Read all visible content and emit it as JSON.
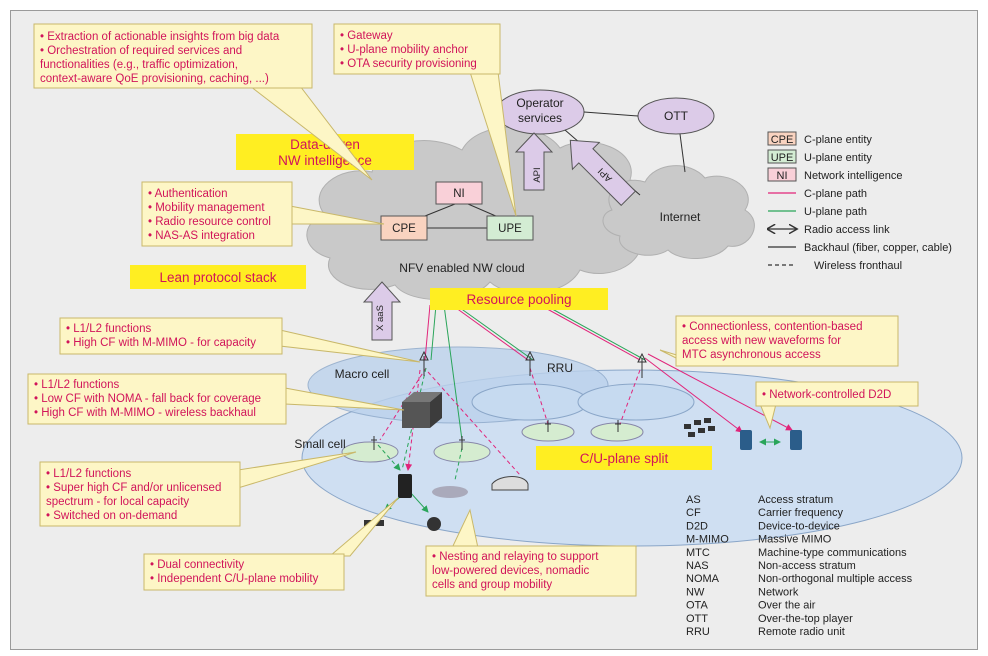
{
  "callouts": {
    "insights": [
      "• Extraction of actionable insights from big data",
      "• Orchestration of required services and",
      "   functionalities (e.g., traffic optimization,",
      "   context-aware QoE provisioning, caching, ...)"
    ],
    "gateway": [
      "• Gateway",
      "• U-plane mobility anchor",
      "• OTA security provisioning"
    ],
    "auth": [
      "• Authentication",
      "• Mobility management",
      "• Radio resource control",
      "• NAS-AS integration"
    ],
    "l1_capacity": [
      "• L1/L2 functions",
      "• High CF with M-MIMO - for capacity"
    ],
    "l1_coverage": [
      "• L1/L2 functions",
      "• Low CF with NOMA - fall back for coverage",
      "• High CF with M-MIMO - wireless backhaul"
    ],
    "l1_local": [
      "• L1/L2 functions",
      "• Super high CF and/or unlicensed",
      "   spectrum - for local capacity",
      "• Switched on on-demand"
    ],
    "dual": [
      "• Dual connectivity",
      "• Independent C/U-plane mobility"
    ],
    "nesting": [
      "• Nesting and relaying to support",
      "   low-powered devices, nomadic",
      "   cells and group mobility"
    ],
    "connectionless": [
      "• Connectionless, contention-based",
      "   access with new waveforms for",
      "   MTC asynchronous access"
    ],
    "d2d": [
      "• Network-controlled D2D"
    ]
  },
  "titles": {
    "data_driven": [
      "Data-driven",
      "NW intelligence"
    ],
    "lean": "Lean protocol stack",
    "pooling": "Resource pooling",
    "split": "C/U-plane split"
  },
  "nodes": {
    "ni": "NI",
    "cpe": "CPE",
    "upe": "UPE",
    "operator": [
      "Operator",
      "services"
    ],
    "ott": "OTT",
    "internet": "Internet",
    "cloud": "NFV enabled NW cloud"
  },
  "arrows": {
    "api1": "API",
    "api2": "API",
    "xaas": "X aaS"
  },
  "places": {
    "macro": "Macro cell",
    "small": "Small cell",
    "rru": "RRU"
  },
  "legend": [
    {
      "key": "CPE",
      "text": "C-plane entity",
      "color": "#f9d3c0"
    },
    {
      "key": "UPE",
      "text": "U-plane entity",
      "color": "#d3ecd3"
    },
    {
      "key": "NI",
      "text": "Network intelligence",
      "color": "#f9d0d8"
    },
    {
      "key": "",
      "text": "C-plane path",
      "color": "#e1247a"
    },
    {
      "key": "",
      "text": "U-plane path",
      "color": "#2aa55a"
    },
    {
      "key": "",
      "text": "Radio access link",
      "color": "#333333"
    },
    {
      "key": "",
      "text": "Backhaul (fiber, copper, cable)",
      "color": "#333333"
    },
    {
      "key": "",
      "text": "Wireless fronthaul",
      "color": "#333333"
    }
  ],
  "abbreviations": [
    {
      "abbr": "AS",
      "full": "Access stratum"
    },
    {
      "abbr": "CF",
      "full": "Carrier frequency"
    },
    {
      "abbr": "D2D",
      "full": "Device-to-device"
    },
    {
      "abbr": "M-MIMO",
      "full": "Massive MIMO"
    },
    {
      "abbr": "MTC",
      "full": "Machine-type communications"
    },
    {
      "abbr": "NAS",
      "full": "Non-access stratum"
    },
    {
      "abbr": "NOMA",
      "full": "Non-orthogonal multiple access"
    },
    {
      "abbr": "NW",
      "full": "Network"
    },
    {
      "abbr": "OTA",
      "full": "Over the air"
    },
    {
      "abbr": "OTT",
      "full": "Over-the-top player"
    },
    {
      "abbr": "RRU",
      "full": "Remote radio unit"
    }
  ],
  "colors": {
    "cplane": "#e1247a",
    "uplane": "#2aa55a",
    "callout_text": "#d1145a",
    "yellow": "#ffee22",
    "callout_bg": "#fdf6c6"
  }
}
